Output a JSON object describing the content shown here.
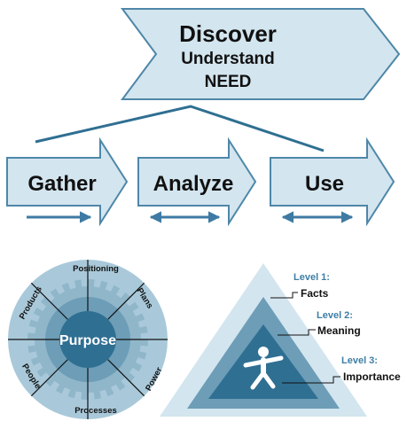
{
  "discover": {
    "title": "Discover",
    "line2": "Understand",
    "line3": "NEED"
  },
  "steps": [
    {
      "label": "Gather",
      "arrow": "one-way-right"
    },
    {
      "label": "Analyze",
      "arrow": "two-way"
    },
    {
      "label": "Use",
      "arrow": "two-way"
    }
  ],
  "wheel": {
    "center": "Purpose",
    "segments": [
      "Positioning",
      "Plans",
      "Power",
      "Processes",
      "People",
      "Products"
    ]
  },
  "levels": [
    {
      "level": "Level 1:",
      "name": "Facts"
    },
    {
      "level": "Level 2:",
      "name": "Meaning"
    },
    {
      "level": "Level 3:",
      "name": "Importance"
    }
  ],
  "colors": {
    "light_fill": "#d3e5ef",
    "outline": "#4e87a8",
    "dark_blue": "#2f6f92",
    "mid_blue": "#6d9db7",
    "light_blue": "#a9c9da",
    "gear_blue": "#90b6ca",
    "level_text": "#3d7ea6"
  },
  "icons": {
    "connector": "tree-connector-lines",
    "figure": "person-figure-icon"
  }
}
